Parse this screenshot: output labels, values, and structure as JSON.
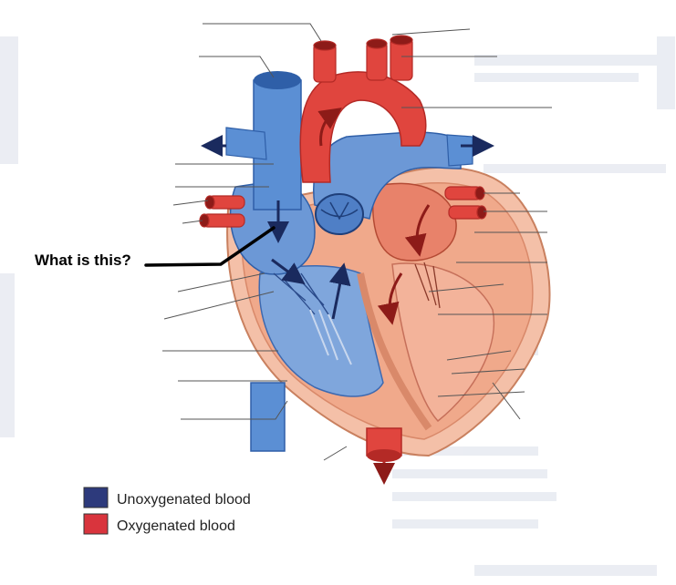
{
  "question": {
    "text": "What is this?"
  },
  "legend": {
    "items": [
      {
        "label": "Unoxygenated blood",
        "color": "#2d3a7c"
      },
      {
        "label": "Oxygenated blood",
        "color": "#d9343d"
      }
    ]
  },
  "colors": {
    "vein_blue": "#5b8fd4",
    "vein_blue_dark": "#2f5fa8",
    "artery_red": "#e0453e",
    "artery_red_dark": "#b42a26",
    "myocardium": "#f2b79f",
    "chamber_blue": "#7fa6dc"
  }
}
